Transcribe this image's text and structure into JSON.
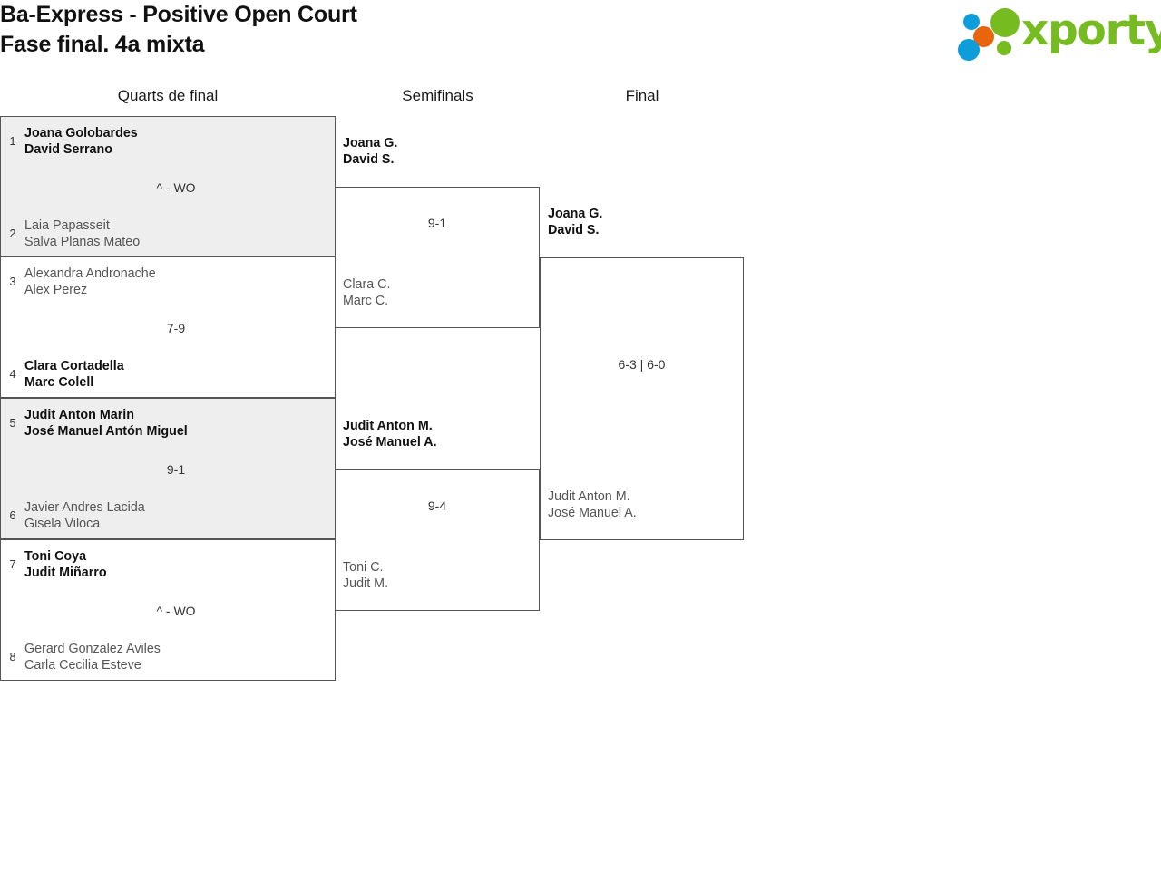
{
  "header": {
    "title_line1": "Ba-Express - Positive Open Court",
    "title_line2": "Fase final. 4a mixta",
    "logo_text": "xporty",
    "logo_colors": {
      "green": "#76bc21",
      "blue": "#0d9ddb",
      "orange": "#e8650d"
    }
  },
  "rounds": [
    {
      "label": "Quarts de final"
    },
    {
      "label": "Semifinals"
    },
    {
      "label": "Final"
    }
  ],
  "bracket": {
    "quarterfinals": [
      {
        "score": "^ - WO",
        "top": {
          "seed": "1",
          "player1": "Joana Golobardes",
          "player2": "David Serrano",
          "winner": true
        },
        "bottom": {
          "seed": "2",
          "player1": "Laia Papasseit",
          "player2": "Salva Planas Mateo",
          "winner": false
        }
      },
      {
        "score": "7-9",
        "top": {
          "seed": "3",
          "player1": "Alexandra Andronache",
          "player2": "Alex Perez",
          "winner": false
        },
        "bottom": {
          "seed": "4",
          "player1": "Clara Cortadella",
          "player2": "Marc Colell",
          "winner": true
        }
      },
      {
        "score": "9-1",
        "top": {
          "seed": "5",
          "player1": "Judit Anton Marin",
          "player2": "José Manuel Antón Miguel",
          "winner": true
        },
        "bottom": {
          "seed": "6",
          "player1": "Javier Andres Lacida",
          "player2": "Gisela Viloca",
          "winner": false
        }
      },
      {
        "score": "^ - WO",
        "top": {
          "seed": "7",
          "player1": "Toni Coya",
          "player2": "Judit Miñarro",
          "winner": true
        },
        "bottom": {
          "seed": "8",
          "player1": "Gerard Gonzalez Aviles",
          "player2": "Carla Cecilia Esteve",
          "winner": false
        }
      }
    ],
    "semifinals": [
      {
        "score": "9-1",
        "top": {
          "player1": "Joana G.",
          "player2": "David S.",
          "winner": true
        },
        "bottom": {
          "player1": "Clara C.",
          "player2": "Marc C.",
          "winner": false
        }
      },
      {
        "score": "9-4",
        "top": {
          "player1": "Judit Anton M.",
          "player2": "José Manuel A.",
          "winner": true
        },
        "bottom": {
          "player1": "Toni C.",
          "player2": "Judit M.",
          "winner": false
        }
      }
    ],
    "final": [
      {
        "score": "6-3 | 6-0",
        "top": {
          "player1": "Joana G.",
          "player2": "David S.",
          "winner": true
        },
        "bottom": {
          "player1": "Judit Anton M.",
          "player2": "José Manuel A.",
          "winner": false
        }
      }
    ]
  }
}
